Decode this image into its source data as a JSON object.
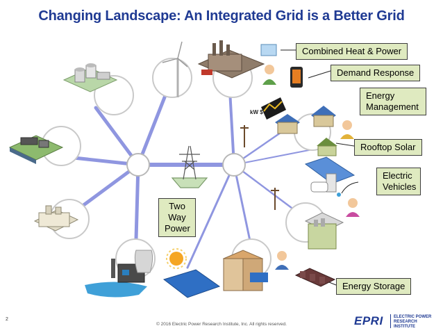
{
  "title": "Changing Landscape: An Integrated Grid is a Better Grid",
  "callouts": {
    "chp": "Combined Heat & Power",
    "demand_response": "Demand Response",
    "energy_management": "Energy Management",
    "rooftop_solar": "Rooftop Solar",
    "electric_vehicles": "Electric Vehicles",
    "two_way_power": "Two Way Power",
    "energy_storage": "Energy Storage"
  },
  "meter_label": "kW $",
  "footer": {
    "page_number": "2",
    "copyright": "© 2016 Electric Power Research Institute, Inc. All rights reserved.",
    "logo_mark": "EPRI",
    "logo_text": "ELECTRIC POWER RESEARCH INSTITUTE"
  },
  "colors": {
    "title": "#1f3a93",
    "grid_line": "#8f96e0",
    "callout_fill": "#dfeac0",
    "callout_border": "#3d3d3d"
  }
}
